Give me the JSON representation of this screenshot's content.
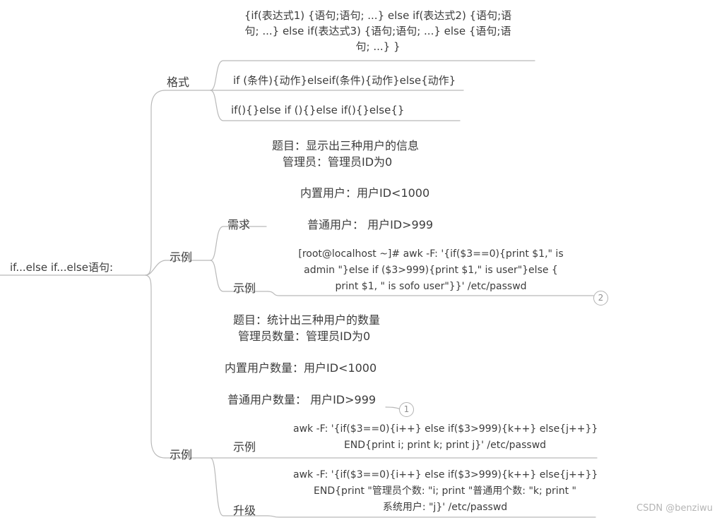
{
  "root": {
    "label": "if...else if...else语句:"
  },
  "format": {
    "label": "格式",
    "full": {
      "line1": "{if(表达式1) {语句;语句; ...} else if(表达式2) {语句;语",
      "line2": "句; ...} else if(表达式3) {语句;语句; ...} else {语句;语",
      "line3": "句; ...} }"
    },
    "general": "if (条件){动作}elseif(条件){动作}else{动作}",
    "compact": "if(){}else if (){}else if(){}else{}"
  },
  "example1": {
    "label": "示例",
    "requirement": {
      "label": "需求",
      "title_line1": "题目：显示出三种用户的信息",
      "title_line2": "管理员：管理员ID为0",
      "builtin": "内置用户：用户ID<1000",
      "normal": "普通用户： 用户ID>999"
    },
    "demo": {
      "label": "示例",
      "code_line1": "[root@localhost ~]# awk -F:  '{if($3==0){print $1,\" is",
      "code_line2": "admin \"}else if ($3>999){print $1,\" is user\"}else {",
      "code_line3": "print $1, \" is sofo user\"}}'  /etc/passwd",
      "badge": "2"
    }
  },
  "example2": {
    "label": "示例",
    "title_line1": "题目：统计出三种用户的数量",
    "title_line2": "管理员数量：管理员ID为0",
    "builtin": "内置用户数量：用户ID<1000",
    "normal": "普通用户数量： 用户ID>999",
    "badge": "1",
    "demo": {
      "label": "示例",
      "code_line1": "awk -F: '{if($3==0){i++} else if($3>999){k++} else{j++}}",
      "code_line2": "END{print i; print k; print j}' /etc/passwd"
    },
    "upgrade": {
      "label": "升级",
      "code_line1": "awk -F: '{if($3==0){i++} else if($3>999){k++} else{j++}}",
      "code_line2": "END{print \"管理员个数: \"i; print \"普通用个数: \"k; print \"",
      "code_line3": "系统用户: \"j}' /etc/passwd"
    }
  },
  "watermark": "CSDN @benziwu"
}
